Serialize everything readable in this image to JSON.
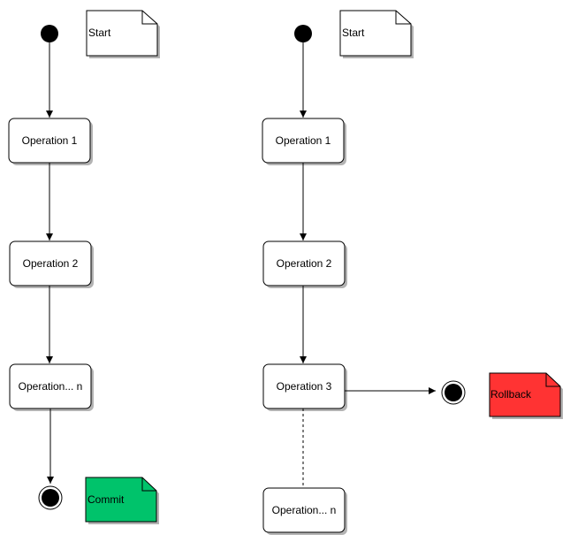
{
  "left_flow": {
    "start_note": "Start",
    "op1": "Operation 1",
    "op2": "Operation 2",
    "opn": "Operation... n",
    "end_note": "Commit"
  },
  "right_flow": {
    "start_note": "Start",
    "op1": "Operation 1",
    "op2": "Operation 2",
    "op3": "Operation 3",
    "opn": "Operation... n",
    "end_note": "Rollback"
  },
  "colors": {
    "commit_note": "#00c36b",
    "rollback_note": "#ff3333",
    "stroke": "#000000",
    "shadow": "#b3b3b3"
  }
}
